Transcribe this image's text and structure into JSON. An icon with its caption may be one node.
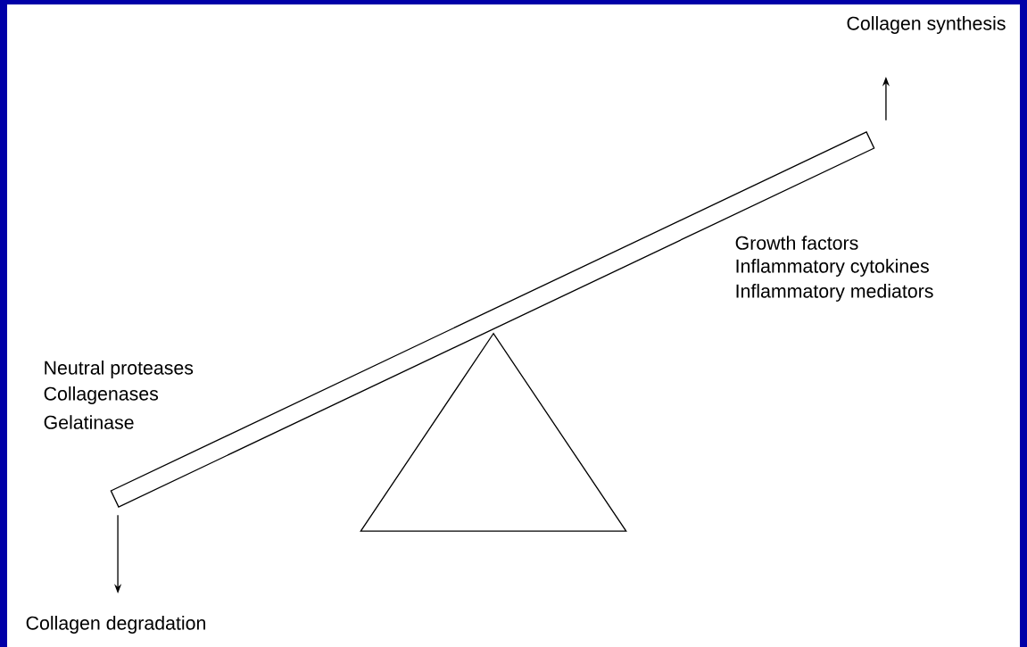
{
  "diagram": {
    "nodes": [
      {
        "text": [],
        "shape": "bar"
      },
      {
        "text": [
          "Collagen synthesis"
        ]
      },
      {
        "text": [
          "Collagen degradation"
        ]
      },
      {
        "text": [],
        "shape": "triangle"
      }
    ],
    "edges": [
      {
        "from": 0,
        "to": 1,
        "arrow": "to"
      },
      {
        "from": 0,
        "to": 2,
        "arrow": "to"
      }
    ],
    "labels": [
      "Growth factors",
      "Inflammatory cytokines",
      "Inflammatory mediators",
      "Neutral proteases",
      "Collagenases",
      "Gelatinase"
    ]
  }
}
